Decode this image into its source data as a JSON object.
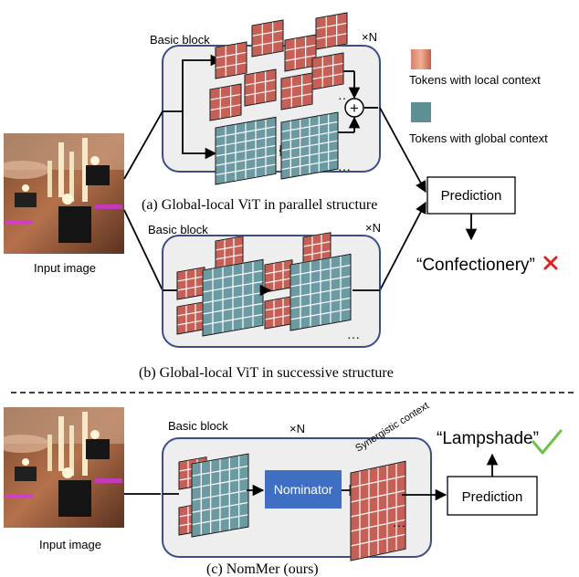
{
  "colors": {
    "block_fill": "#eeeeee",
    "block_stroke": "#3b4f86",
    "local_token": "#c65f55",
    "global_token": "#6b9aa3",
    "nominator": "#3f6fc3",
    "cross": "#e02020",
    "check": "#6cc24a"
  },
  "panel_a": {
    "block_label": "Basic block",
    "repeat": "×N",
    "add_symbol": "+",
    "dots_top": "··",
    "dots_bottom": "···",
    "caption": "(a) Global-local ViT in parallel structure"
  },
  "panel_b": {
    "block_label": "Basic block",
    "repeat": "×N",
    "dots": "···",
    "caption": "(b) Global-local ViT in successive structure"
  },
  "panel_c": {
    "block_label": "Basic block",
    "repeat": "×N",
    "nominator": "Nominator",
    "synergistic": "Synergistic context",
    "dots": "···",
    "caption": "(c) NomMer (ours)",
    "input_label": "Input image",
    "prediction": "Prediction",
    "result": "“Lampshade”"
  },
  "legend": {
    "local": "Tokens with local context",
    "global": "Tokens with global context"
  },
  "top": {
    "input_label": "Input image",
    "prediction": "Prediction",
    "result": "“Confectionery”"
  }
}
